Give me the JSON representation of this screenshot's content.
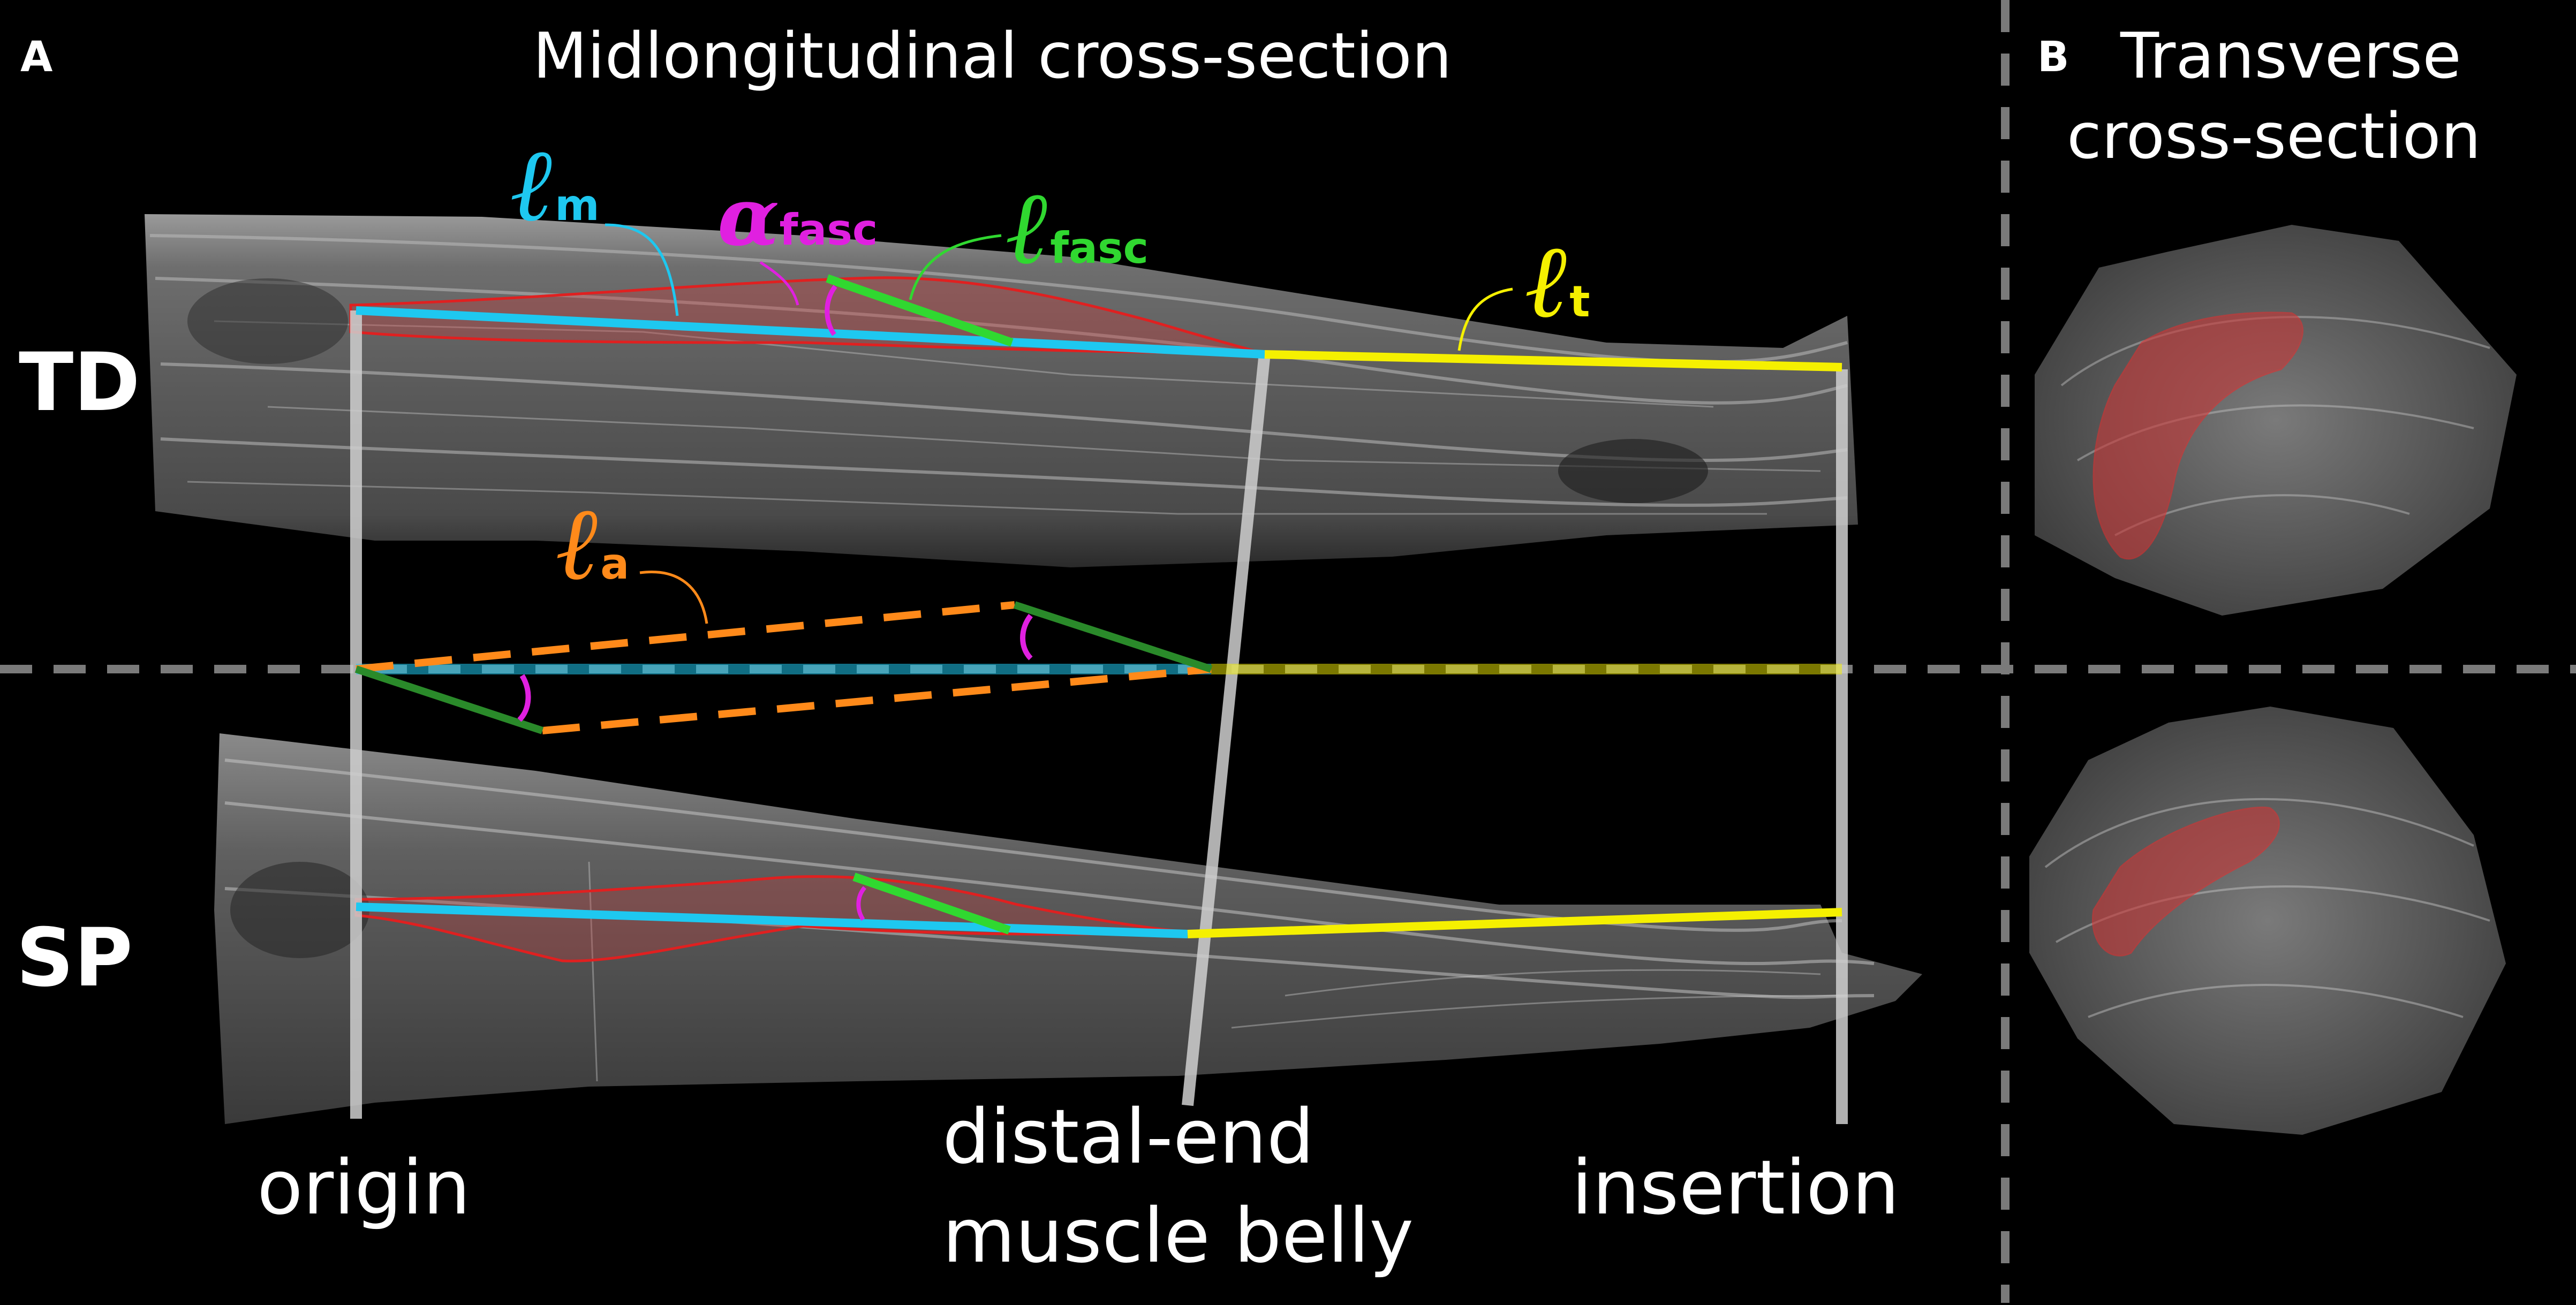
{
  "panel_a": {
    "letter": "A",
    "title": "Midlongitudinal cross-section",
    "row_labels": [
      "TD",
      "SP"
    ],
    "bottom_labels": {
      "origin": "origin",
      "distal_line1": "distal-end",
      "distal_line2": "muscle belly",
      "insertion": "insertion"
    },
    "symbols": {
      "lm": {
        "main": "ℓ",
        "sub": "m"
      },
      "afasc": {
        "main": "α",
        "sub": "fasc"
      },
      "lfasc": {
        "main": "ℓ",
        "sub": "fasc"
      },
      "lt": {
        "main": "ℓ",
        "sub": "t"
      },
      "la": {
        "main": "ℓ",
        "sub": "a"
      }
    }
  },
  "panel_b": {
    "letter": "B",
    "title_line1": "Transverse",
    "title_line2": "cross-section"
  },
  "colors": {
    "muscle_length": "#1ec8f0",
    "pennation_angle": "#e020e0",
    "fascicle_length": "#30d830",
    "tendon_length": "#f5f000",
    "aponeurosis_length": "#ff8a1a",
    "muscle_outline": "#e02020",
    "muscle_fill": "#c83838",
    "marker_lines": "#cfcfcf",
    "divider": "#7a7a7a",
    "fascicle_dark": "#2a8a2a"
  }
}
